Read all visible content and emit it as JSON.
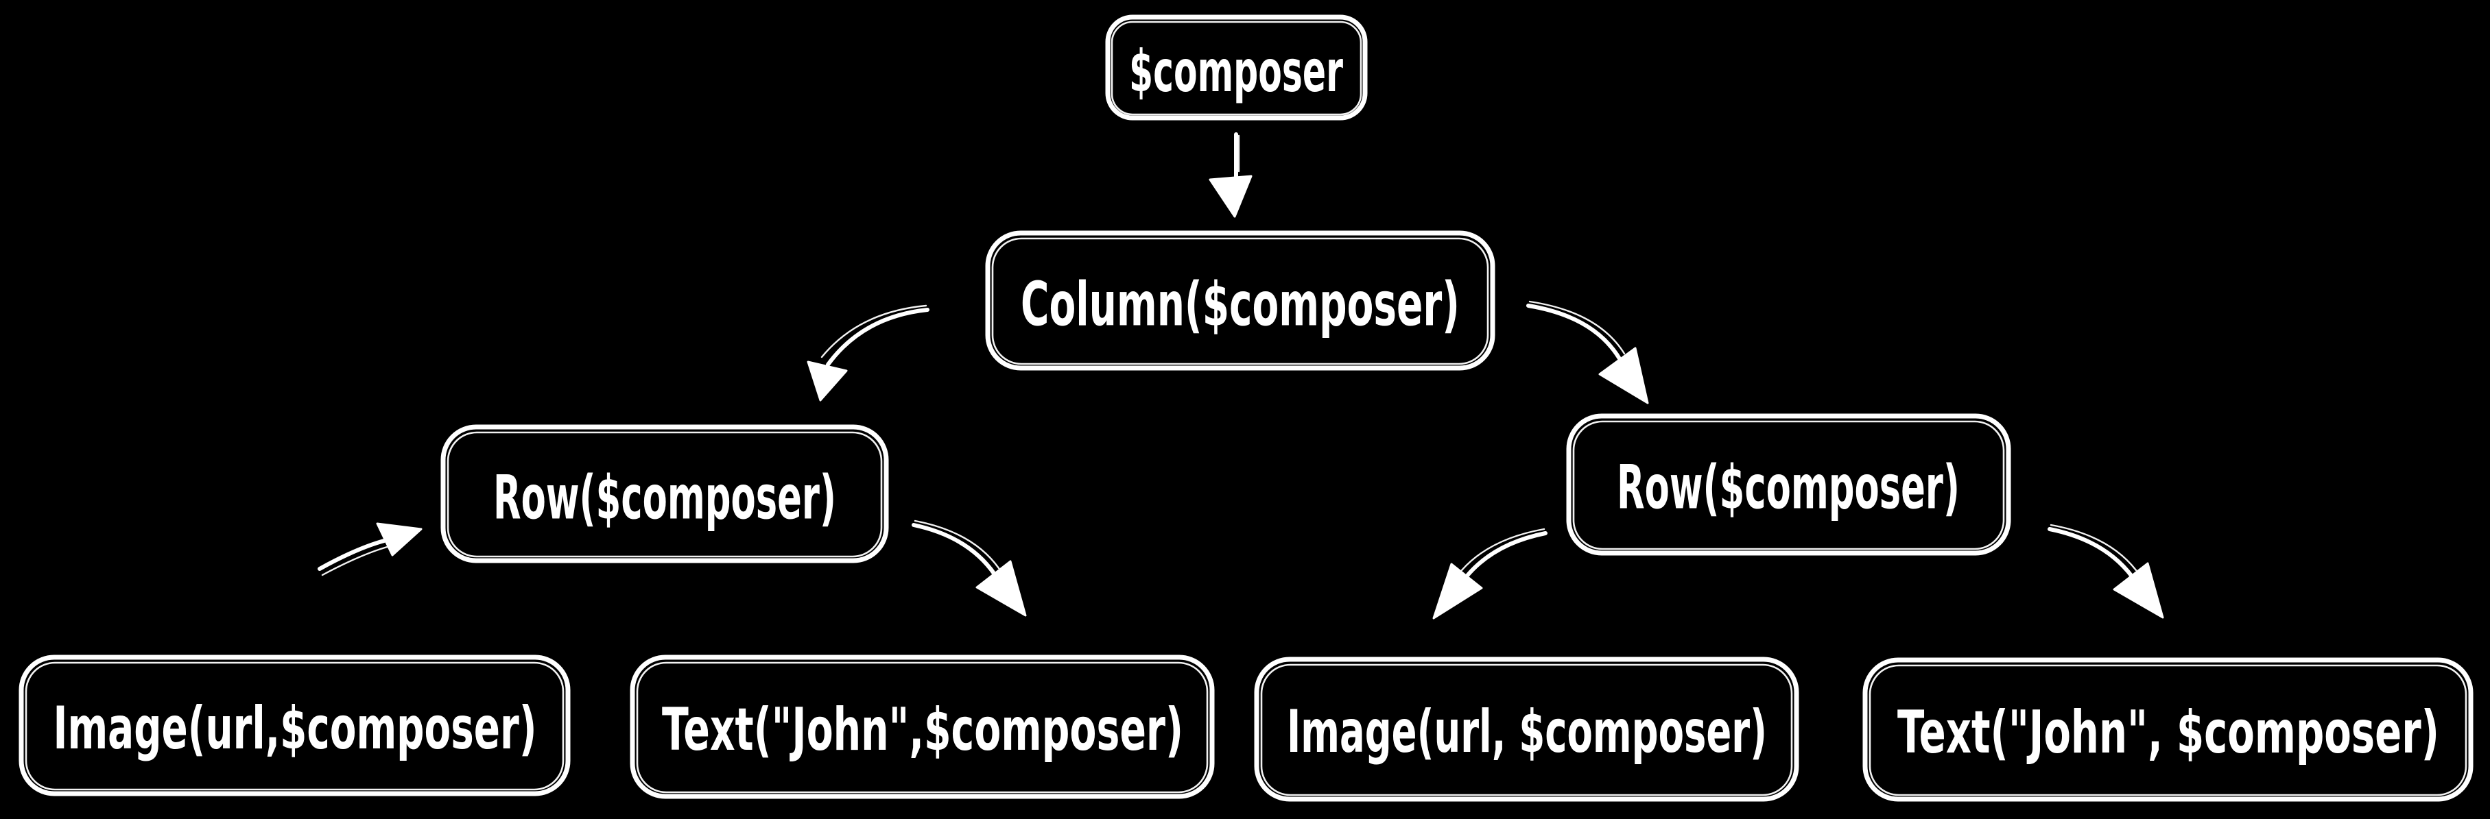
{
  "canvas": {
    "background_color": "#000000",
    "ink_color": "#ffffff",
    "style": "hand-drawn whiteboard sketch"
  },
  "nodes": {
    "composer": {
      "label": "$composer"
    },
    "column": {
      "label": "Column($composer)"
    },
    "row_left": {
      "label": "Row($composer)"
    },
    "row_right": {
      "label": "Row($composer)"
    },
    "image_left": {
      "label": "Image(url,$composer)"
    },
    "text_left": {
      "label": "Text(\"John\",$composer)"
    },
    "image_right": {
      "label": "Image(url, $composer)"
    },
    "text_right": {
      "label": "Text(\"John\", $composer)"
    }
  },
  "edges": [
    {
      "from": "composer",
      "to": "column",
      "shape": "straight-down-arrow"
    },
    {
      "from": "column",
      "to": "row_left",
      "shape": "curved-arrow"
    },
    {
      "from": "column",
      "to": "row_right",
      "shape": "curved-arrow"
    },
    {
      "from": "image_left",
      "to": "row_left",
      "shape": "short-double-line-arrow-up-right"
    },
    {
      "from": "row_left",
      "to": "text_left",
      "shape": "curved-arrow"
    },
    {
      "from": "row_right",
      "to": "image_right",
      "shape": "curved-arrow"
    },
    {
      "from": "row_right",
      "to": "text_right",
      "shape": "curved-arrow"
    }
  ]
}
